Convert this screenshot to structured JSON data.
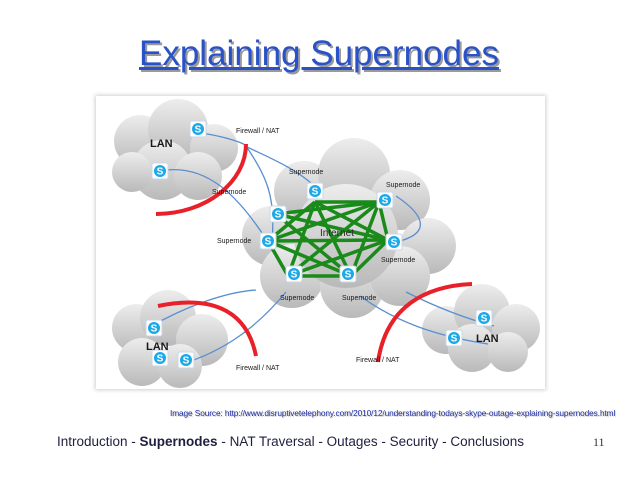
{
  "slide": {
    "title": "Explaining Supernodes",
    "page_number": "11"
  },
  "diagram": {
    "labels": {
      "lan_top_left": "LAN",
      "lan_bottom_left": "LAN",
      "lan_right": "LAN",
      "firewall_top": "Firewall / NAT",
      "firewall_bottom_left": "Firewall / NAT",
      "firewall_bottom_right": "Firewall / NAT",
      "supernode_top_center": "Supernode",
      "supernode_top_right": "Supernode",
      "supernode_top_left": "Supernode",
      "supernode_left": "Supernode",
      "supernode_right": "Supernode",
      "supernode_bottom_left": "Supernode",
      "supernode_bottom_right": "Supernode",
      "internet": "Internet"
    },
    "icon": "skype-icon",
    "colors": {
      "firewall": "#e8202a",
      "mesh": "#1a8a1a",
      "links": "#5a8fcf",
      "skype": "#1da8e8"
    }
  },
  "source": {
    "prefix": "Image Source: ",
    "url": "http://www.disruptivetelephony.com/2010/12/understanding-todays-skype-outage-explaining-supernodes.html"
  },
  "footer": {
    "intro": "Introduction",
    "sep1": " - ",
    "current": "Supernodes",
    "sep2": " - ",
    "nat": "NAT Traversal",
    "sep3": " - ",
    "outages": "Outages",
    "sep4": " - ",
    "security": "Security",
    "sep5": " - ",
    "conclusions": "Conclusions"
  }
}
